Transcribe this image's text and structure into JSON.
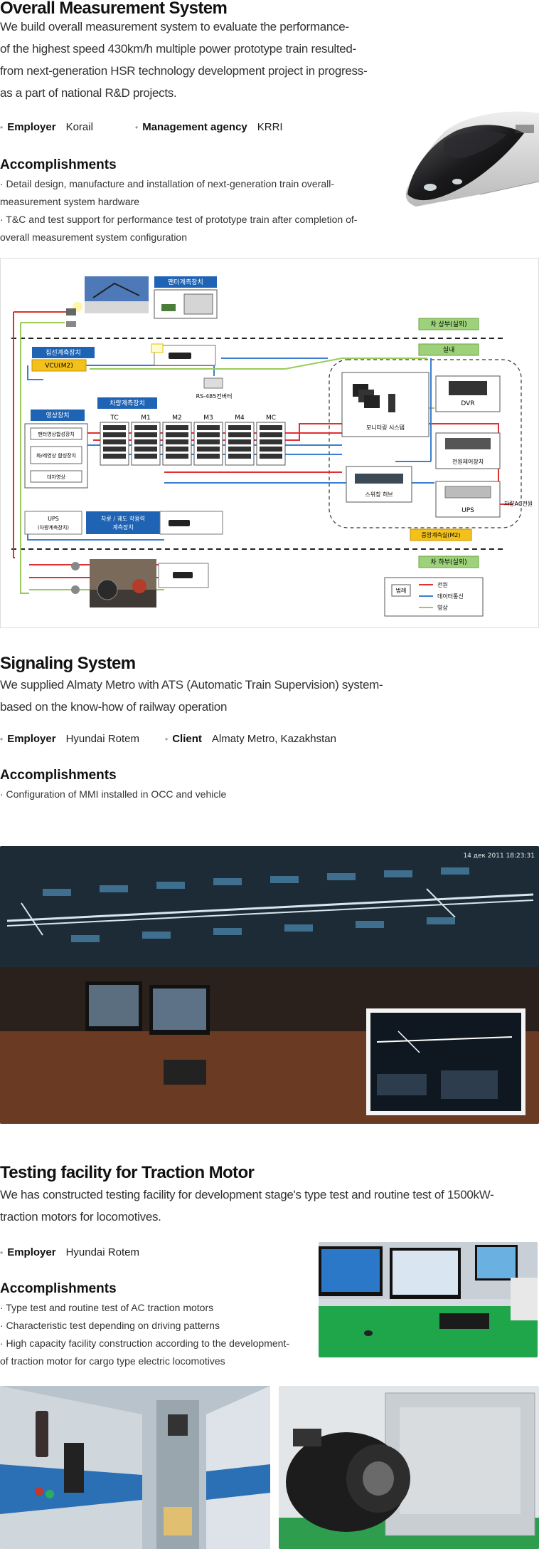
{
  "section1": {
    "title": "Overall Measurement System",
    "intro": [
      "We build overall measurement system to evaluate the performance-",
      "of the highest speed 430km/h multiple power prototype train resulted-",
      "from next-generation HSR technology development project in progress-",
      "as a part of national R&D projects."
    ],
    "employer_label": "Employer",
    "employer_value": "Korail",
    "agency_label": "Management agency",
    "agency_value": "KRRI",
    "acc_title": "Accomplishments",
    "acc": [
      "· Detail design, manufacture and installation of next-generation train overall-",
      "measurement system hardware",
      "· T&C and test support for performance test of prototype train after completion of-",
      "overall measurement system configuration"
    ]
  },
  "diagram": {
    "pantograph": "팬터계측장치",
    "roof": "차 상부(실외)",
    "indoor": "실내",
    "collector": "집선계측장치",
    "vcu": "VCU(M2)",
    "video": "영상장치",
    "video_items": [
      "팬터영상합성장치",
      "화/레영상 합성장치",
      "대차영상"
    ],
    "vehicle": "차량계측장치",
    "rs485": "RS-485컨버터",
    "cars": [
      "TC",
      "M1",
      "M2",
      "M3",
      "M4",
      "MC"
    ],
    "monitor": "모니터링 시스템",
    "dvr": "DVR",
    "power_ctrl": "전원제어장치",
    "switch": "스위칭 허브",
    "ups": "UPS",
    "ups_left": [
      "UPS",
      "(차량계측장치)"
    ],
    "car_power": "차량AC전원",
    "wheel": [
      "차륜 / 궤도 작용력",
      "계측장치"
    ],
    "central": "중앙계측실(M2)",
    "underbody": "차 하부(실외)",
    "legend_title": "범례",
    "legend": [
      "전원",
      "데이터통신",
      "영상"
    ],
    "colors": {
      "power": "#e03030",
      "data": "#3a7fd0",
      "video": "#9acb5a",
      "label_blue": "#1f63b5",
      "label_green": "#9ed27a",
      "label_yellow": "#f3c11a"
    }
  },
  "section2": {
    "title": "Signaling System",
    "intro": [
      "We supplied Almaty Metro with ATS (Automatic Train Supervision) system-",
      "based on the know-how of railway operation"
    ],
    "employer_label": "Employer",
    "employer_value": "Hyundai Rotem",
    "client_label": "Client",
    "client_value": "Almaty Metro, Kazakhstan",
    "acc_title": "Accomplishments",
    "acc": [
      "· Configuration of MMI installed in OCC and vehicle"
    ],
    "screen_timestamp": "14 дек 2011 18:23:31"
  },
  "section3": {
    "title": "Testing facility for Traction Motor",
    "intro": [
      "We has constructed testing facility for development stage's type test and routine test of 1500kW-",
      "traction motors for locomotives."
    ],
    "employer_label": "Employer",
    "employer_value": "Hyundai Rotem",
    "acc_title": "Accomplishments",
    "acc": [
      "· Type test and routine test of AC traction motors",
      "· Characteristic test depending on driving patterns",
      "· High capacity facility construction according to the development-",
      "of traction motor for cargo type electric locomotives"
    ]
  }
}
